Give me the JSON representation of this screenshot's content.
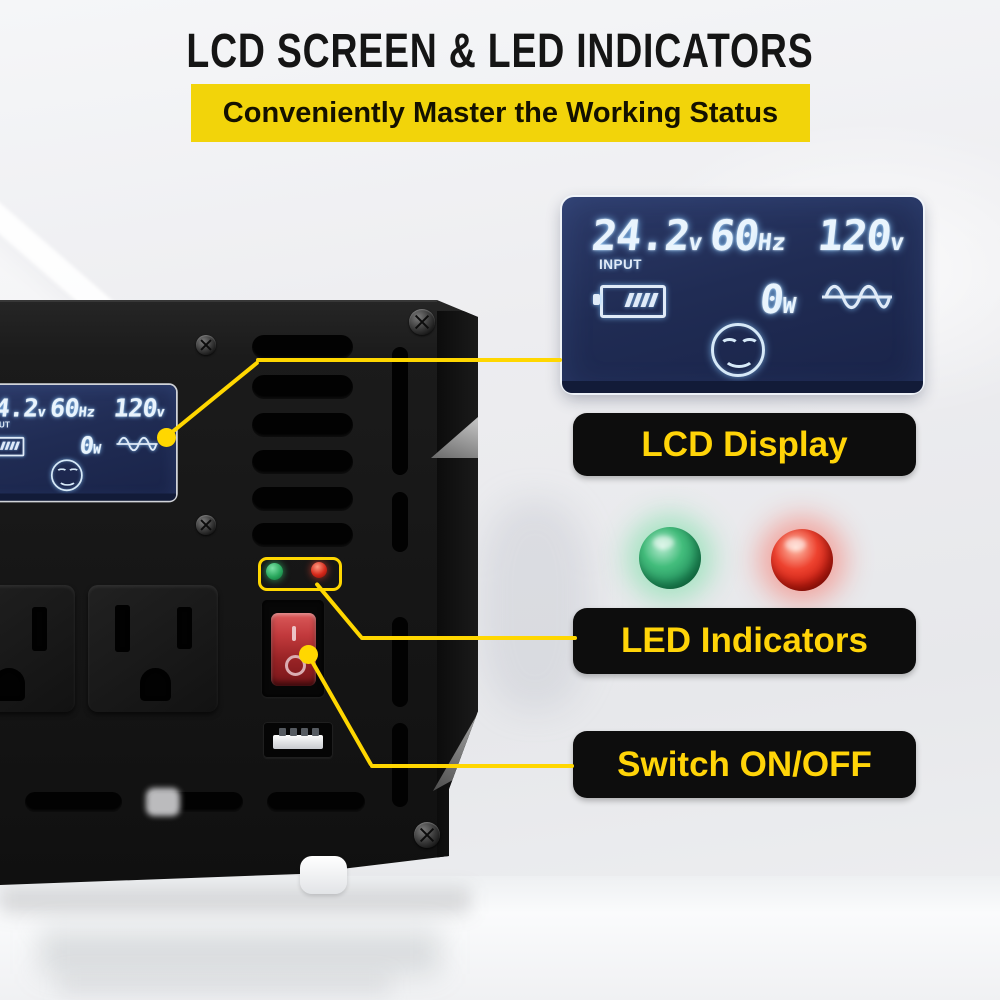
{
  "header": {
    "title": "LCD SCREEN & LED INDICATORS",
    "subtitle": "Conveniently Master the Working Status"
  },
  "lcd": {
    "input_voltage": "24.2",
    "input_voltage_unit": "v",
    "frequency": "60",
    "frequency_unit": "Hz",
    "output_voltage": "120",
    "output_voltage_unit": "v",
    "input_label": "INPUT",
    "power": "0",
    "power_unit": "W",
    "icons": [
      "battery-icon",
      "sine-wave-icon",
      "smiley-icon"
    ]
  },
  "callout_labels": {
    "lcd": "LCD Display",
    "led": "LED Indicators",
    "switch": "Switch ON/OFF"
  },
  "device": {
    "switch_on_mark": "I",
    "switch_off_mark": "O",
    "ports": [
      "ac-outlet",
      "ac-outlet",
      "usb-port"
    ],
    "indicator_leds": [
      "green",
      "red"
    ]
  },
  "colors": {
    "accent_yellow": "#FFD700",
    "banner_yellow": "#F2D40A",
    "label_bg": "#0D0D0D",
    "label_text": "#FFD408",
    "lcd_bg": "#202C54",
    "lcd_text": "#E9F4FD",
    "led_green": "#2AA85E",
    "led_red": "#D6281A",
    "switch_red": "#C23A3D",
    "device_black": "#161616"
  }
}
